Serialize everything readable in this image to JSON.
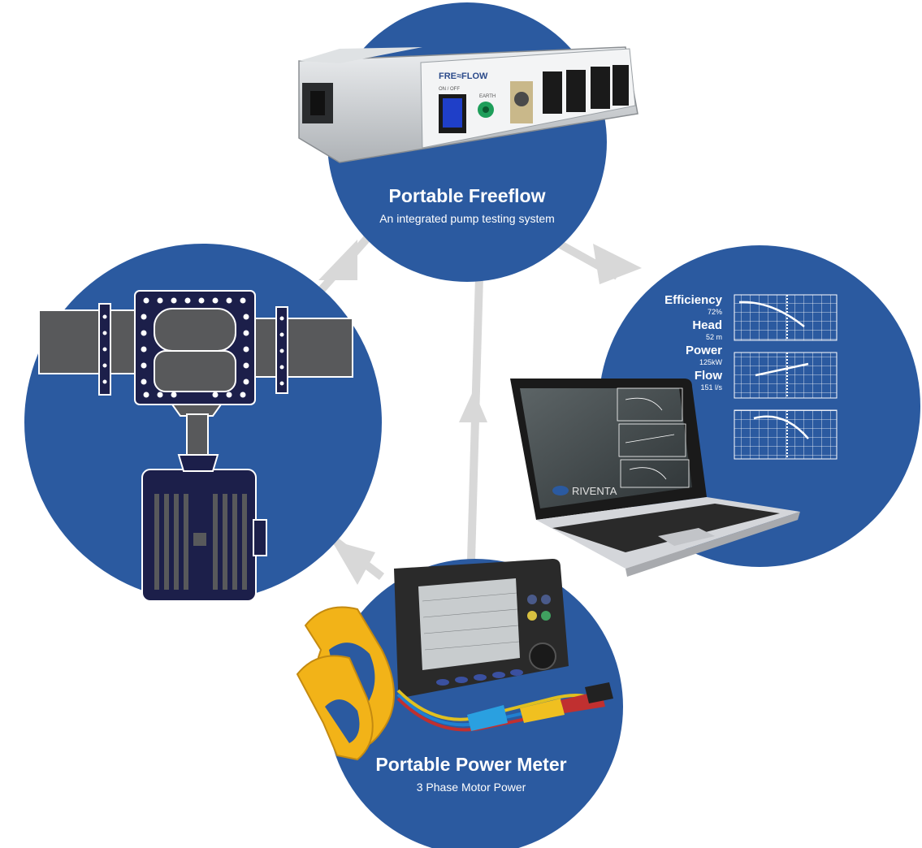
{
  "nodes": {
    "freeflow": {
      "title": "Portable Freeflow",
      "subtitle": "An integrated pump testing system",
      "device_brand": "FRE≈FLOW",
      "switch_label": "ON / OFF",
      "earth_label": "EARTH",
      "icon": "freeflow-unit-icon"
    },
    "pump": {
      "icon": "pump-motor-icon"
    },
    "laptop": {
      "brand": "RIVENTA",
      "icon": "laptop-icon",
      "metrics": [
        {
          "name": "Efficiency",
          "value": "72%"
        },
        {
          "name": "Head",
          "value": "52 m"
        },
        {
          "name": "Power",
          "value": "125kW"
        },
        {
          "name": "Flow",
          "value": "151 l/s"
        }
      ]
    },
    "power_meter": {
      "title": "Portable Power Meter",
      "subtitle": "3 Phase Motor Power",
      "icon": "power-meter-icon"
    }
  },
  "colors": {
    "circle": "#2b5aa0",
    "arrow": "#d8d8d8",
    "pump_body": "#1c1f4a",
    "pipe": "#58595b",
    "clamp": "#f2b318"
  }
}
